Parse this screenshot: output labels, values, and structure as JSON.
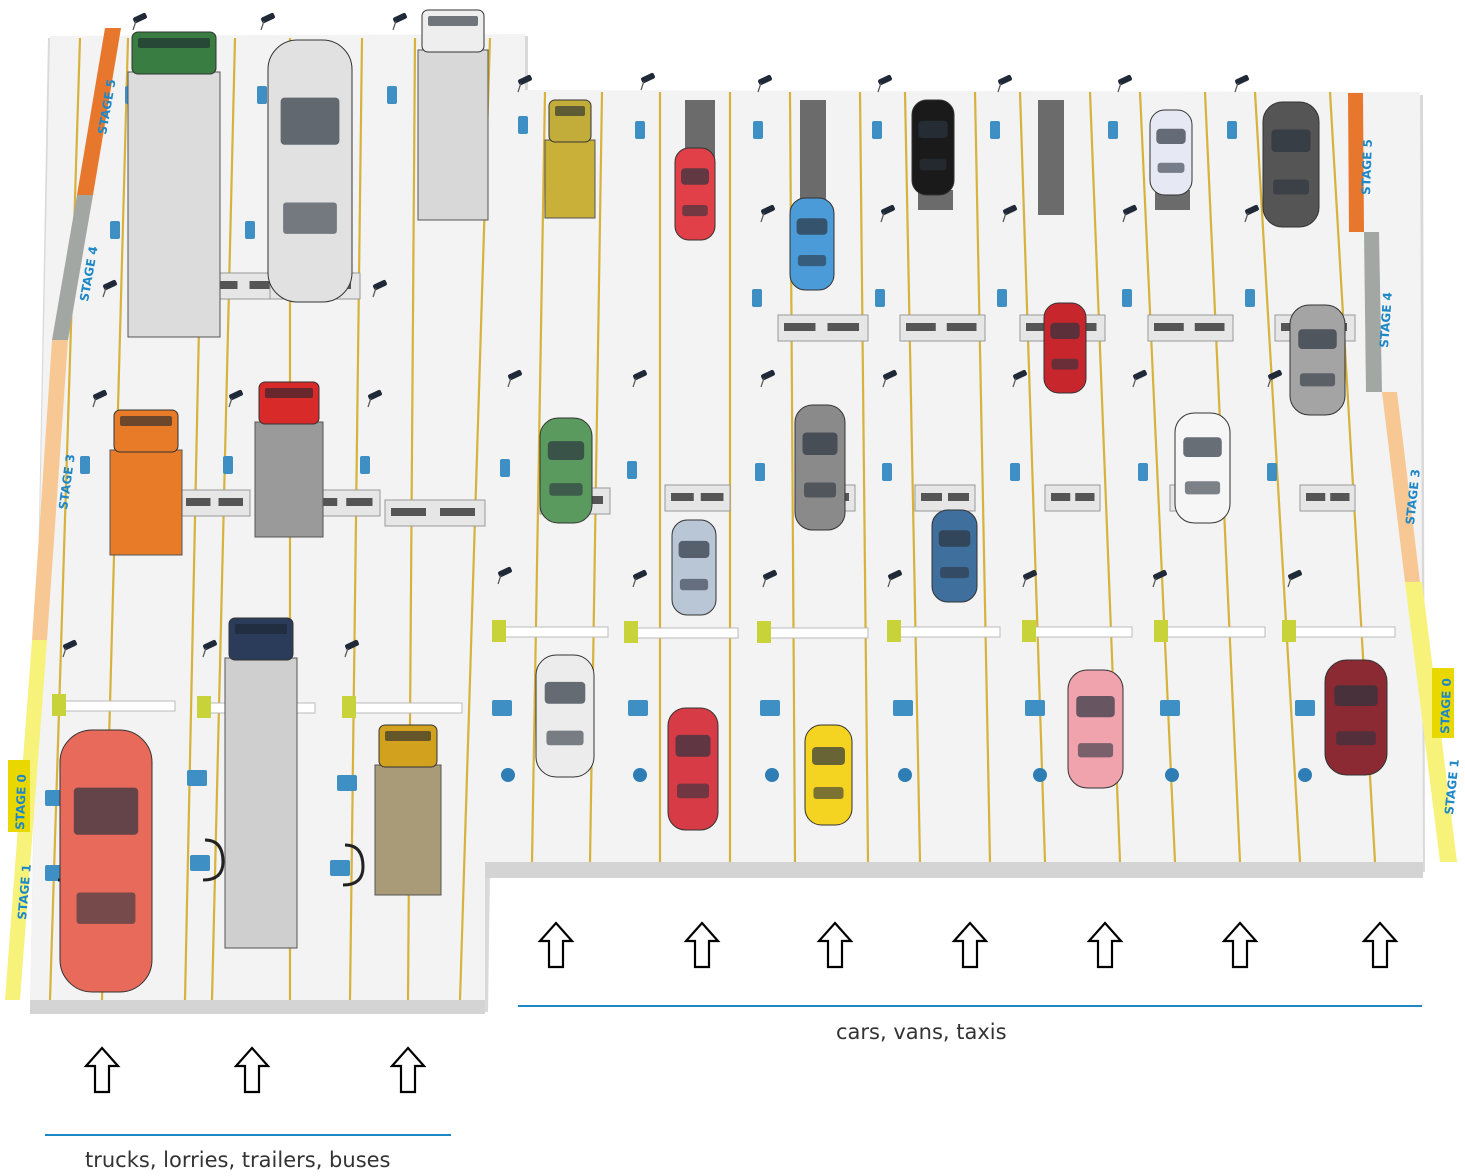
{
  "stage_labels": {
    "s5": "STAGE 5",
    "s4": "STAGE 4",
    "s3": "STAGE 3",
    "s0": "STAGE 0",
    "s1": "STAGE 1"
  },
  "captions": {
    "heavy": "trucks, lorries, trailers, buses",
    "light": "cars, vans, taxis"
  },
  "colors": {
    "floor": "#f3f3f3",
    "floor_edge": "#d9d9d9",
    "lane_line": "#d7b23c",
    "stage5": "#e8772e",
    "stage4": "#a3a7a3",
    "stage3": "#f8c894",
    "stage1": "#f7f27a",
    "stage0_tag": "#e9d800",
    "stage_text": "#1e88c7",
    "caption_line": "#1e88c7",
    "device_blue": "#3d8fc4"
  },
  "heavy_lanes": [
    {
      "stage5": "green truck with long grey trailer",
      "stage3": "orange fire truck",
      "stage1": "red bus"
    },
    {
      "stage5": "grey bus",
      "stage3": "red cement mixer truck",
      "stage1": "dark blue truck with grey trailer"
    },
    {
      "stage5": "white crane truck",
      "stage3": "",
      "stage1": "yellow truck with load"
    }
  ],
  "light_lanes": [
    {
      "stage5": "yellow van",
      "stage3": "green SUV",
      "stage1": "white pickup"
    },
    {
      "stage5": "red car",
      "stage2": "silver van",
      "stage1": "red car"
    },
    {
      "stage5": "blue car",
      "stage3": "grey van",
      "stage1": "yellow taxi"
    },
    {
      "stage5": "black car",
      "stage2": "blue car",
      "stage1": ""
    },
    {
      "stage4": "red car",
      "stage1": "pink car"
    },
    {
      "stage5": "white car",
      "stage3": "white SUV",
      "stage1": ""
    },
    {
      "stage5": "dark grey SUV",
      "stage4": "grey SUV",
      "stage1": "dark red SUV"
    }
  ],
  "entry_arrow_icon": "up-arrow-icon",
  "entry_arrows_heavy": 3,
  "entry_arrows_light": 7
}
